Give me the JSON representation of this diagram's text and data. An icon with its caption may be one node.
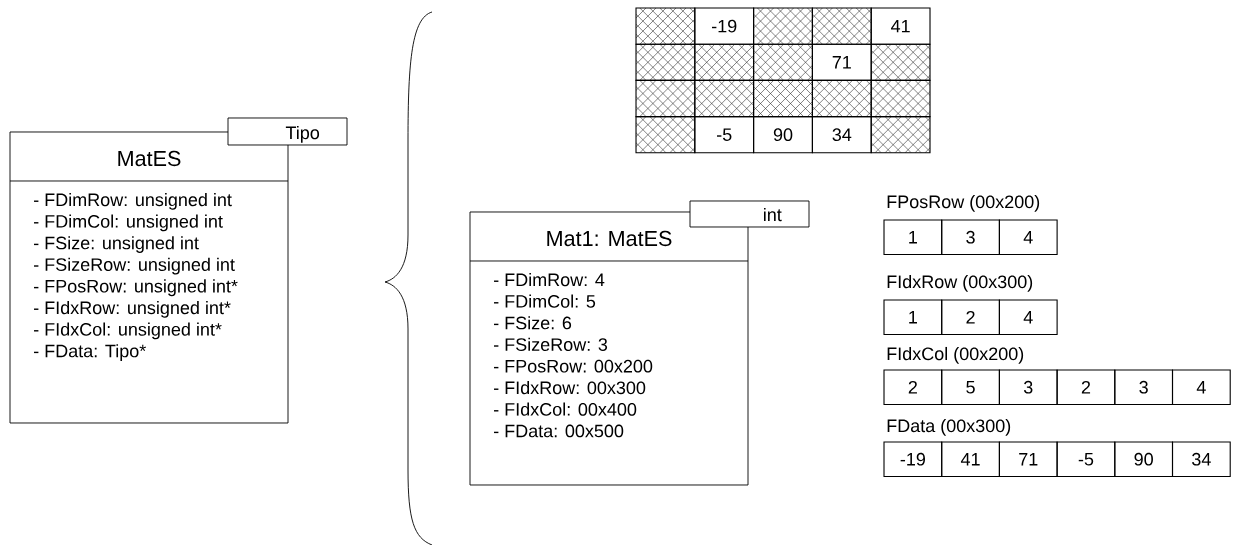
{
  "diagram": {
    "nodes": [
      {
        "text": [
          "MatES",
          "- FDimRow: unsigned int",
          "- FDimCol: unsigned int",
          "- FSize: unsigned int",
          "- FSizeRow: unsigned int",
          "- FPosRow: unsigned int*",
          "- FIdxRow: unsigned int*",
          "- FIdxCol: unsigned int*",
          "- FData: Tipo*"
        ]
      },
      {
        "text": [
          "Tipo"
        ]
      },
      {
        "text": [
          "Mat1: MatES",
          "- FDimRow: 4",
          "- FDimCol: 5",
          "- FSize: 6",
          "- FSizeRow: 3",
          "- FPosRow: 00x200",
          "- FIdxRow: 00x300",
          "- FIdxCol: 00x400",
          "- FData: 00x500"
        ]
      },
      {
        "text": [
          "int"
        ]
      }
    ],
    "labels": [
      "-19",
      "41",
      "71",
      "-5",
      "90",
      "34",
      "FPosRow (00x200)",
      "1",
      "3",
      "4",
      "FIdxRow (00x300)",
      "1",
      "2",
      "4",
      "FIdxCol (00x200)",
      "2",
      "5",
      "3",
      "2",
      "3",
      "4",
      "FData (00x300)",
      "-19",
      "41",
      "71",
      "-5",
      "90",
      "34"
    ]
  }
}
